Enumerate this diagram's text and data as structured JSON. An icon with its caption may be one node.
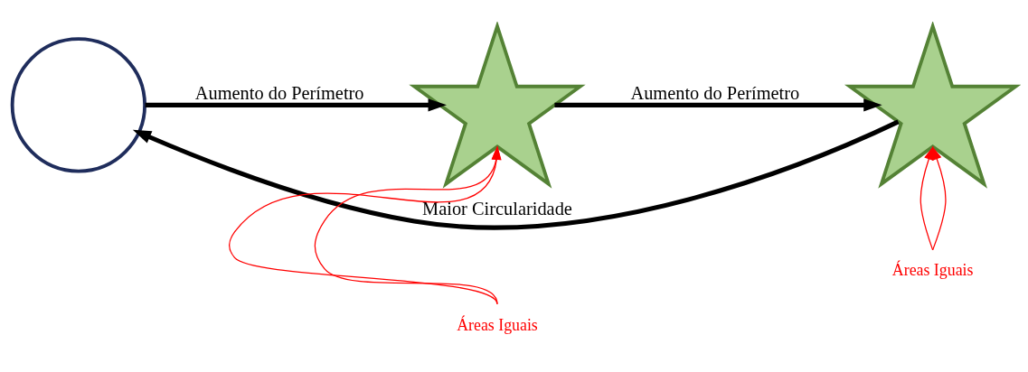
{
  "diagram": {
    "nodes": [
      {
        "text": [],
        "shape": "circle"
      },
      {
        "text": [],
        "shape": "star"
      },
      {
        "text": [],
        "shape": "star"
      },
      {
        "text": [
          "Áreas Iguais"
        ]
      },
      {
        "text": [
          "Áreas Iguais"
        ]
      }
    ],
    "edges": [
      {
        "from": 0,
        "to": 1,
        "arrow": "to",
        "label": "Aumento do Perímetro",
        "style": "thick",
        "color": "#000000"
      },
      {
        "from": 1,
        "to": 2,
        "arrow": "to",
        "label": "Aumento do Perímetro",
        "style": "thick",
        "color": "#000000"
      },
      {
        "from": 3,
        "to": 1,
        "arrow": "to",
        "color": "#ff0000"
      },
      {
        "from": 3,
        "to": 1,
        "arrow": "to",
        "color": "#ff0000"
      },
      {
        "from": 4,
        "to": 2,
        "arrow": "to",
        "color": "#ff0000"
      },
      {
        "from": 4,
        "to": 2,
        "arrow": "to",
        "color": "#ff0000"
      },
      {
        "from": 2,
        "to": 0,
        "arrow": "to",
        "label": "Maior Circularidade",
        "style": "thick",
        "color": "#000000"
      }
    ]
  }
}
